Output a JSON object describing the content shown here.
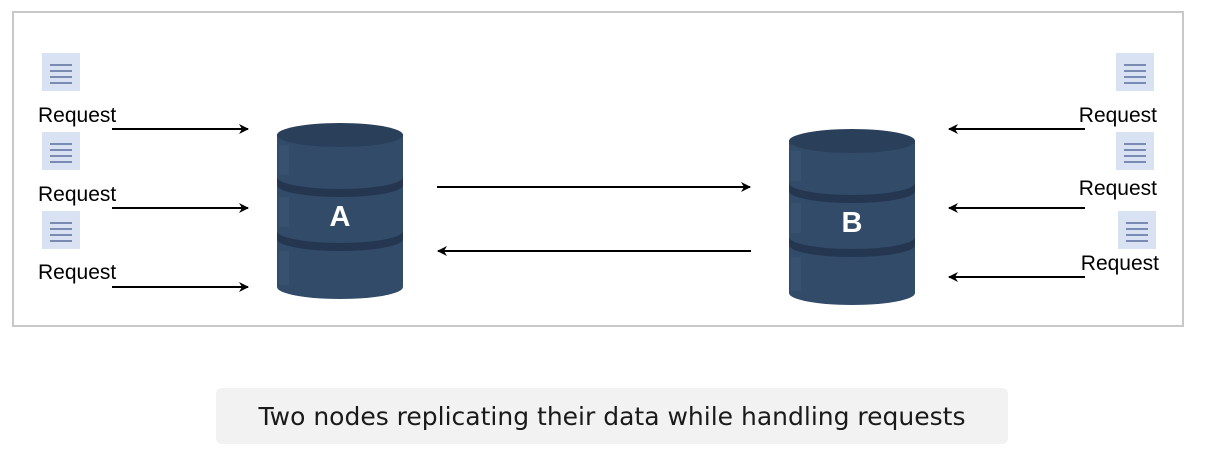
{
  "diagram": {
    "node_a": {
      "label": "A"
    },
    "node_b": {
      "label": "B"
    },
    "left_requests": [
      "Request",
      "Request",
      "Request"
    ],
    "right_requests": [
      "Request",
      "Request",
      "Request"
    ],
    "colors": {
      "db_body": "#324b69",
      "db_top": "#2a3f5a",
      "db_separator": "#243650",
      "doc_icon_bg": "#d8e2f3",
      "doc_icon_lines": "#5a6d99",
      "frame_border": "#c8c8c8",
      "arrow": "#000000"
    }
  },
  "caption": {
    "text": "Two nodes replicating their data while handling requests"
  }
}
